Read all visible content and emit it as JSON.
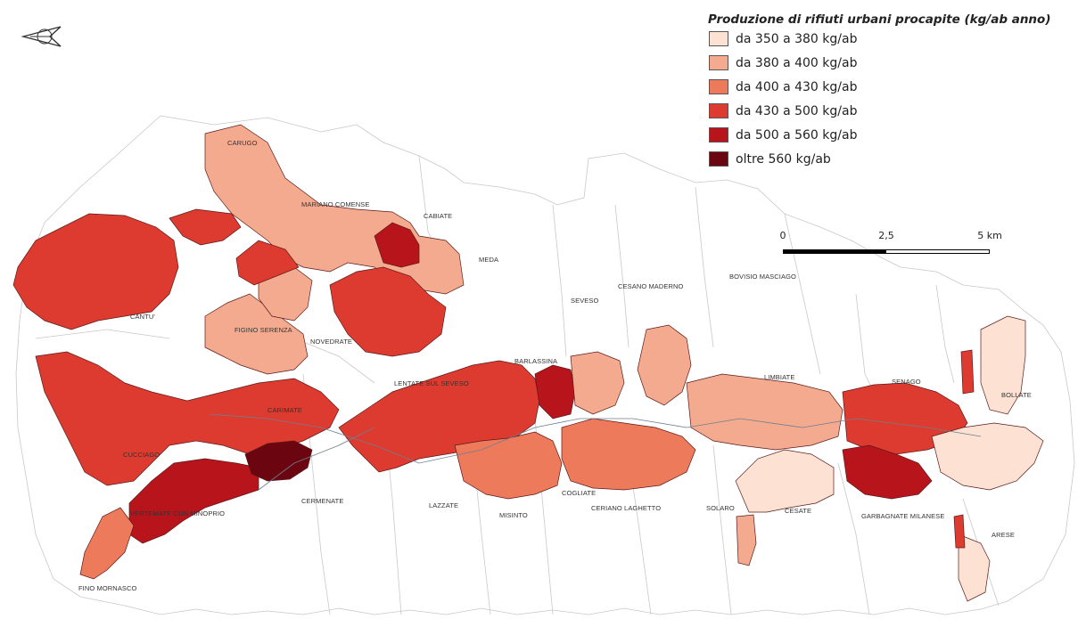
{
  "legend": {
    "title": "Produzione di rifiuti urbani procapite (kg/ab anno)",
    "classes": [
      {
        "label": "da 350 a 380 kg/ab",
        "color": "#fde1d3"
      },
      {
        "label": "da 380 a 400 kg/ab",
        "color": "#f4aa8e"
      },
      {
        "label": "da 400 a 430 kg/ab",
        "color": "#ee7a5c"
      },
      {
        "label": "da 430 a 500 kg/ab",
        "color": "#dd3b2f"
      },
      {
        "label": "da 500 a 560 kg/ab",
        "color": "#b7141c"
      },
      {
        "label": "oltre 560 kg/ab",
        "color": "#6b0610"
      }
    ]
  },
  "scale_bar": {
    "ticks": [
      "0",
      "2,5",
      "5 km"
    ]
  },
  "icons": {
    "compass": "compass-icon"
  },
  "municipalities": [
    {
      "name": "CARUGO"
    },
    {
      "name": "MARIANO COMENSE"
    },
    {
      "name": "CABIATE"
    },
    {
      "name": "MEDA"
    },
    {
      "name": "CANTU'"
    },
    {
      "name": "FIGINO SERENZA"
    },
    {
      "name": "NOVEDRATE"
    },
    {
      "name": "SEVESO"
    },
    {
      "name": "CESANO MADERNO"
    },
    {
      "name": "BOVISIO MASCIAGO"
    },
    {
      "name": "BARLASSINA"
    },
    {
      "name": "LENTATE SUL SEVESO"
    },
    {
      "name": "LIMBIATE"
    },
    {
      "name": "SENAGO"
    },
    {
      "name": "BOLLATE"
    },
    {
      "name": "CARIMATE"
    },
    {
      "name": "CUCCIAGO"
    },
    {
      "name": "CERMENATE"
    },
    {
      "name": "LAZZATE"
    },
    {
      "name": "MISINTO"
    },
    {
      "name": "COGLIATE"
    },
    {
      "name": "CERIANO LAGHETTO"
    },
    {
      "name": "SOLARO"
    },
    {
      "name": "CESATE"
    },
    {
      "name": "GARBAGNATE MILANESE"
    },
    {
      "name": "ARESE"
    },
    {
      "name": "VERTEMATE CON MINOPRIO"
    },
    {
      "name": "FINO MORNASCO"
    }
  ]
}
